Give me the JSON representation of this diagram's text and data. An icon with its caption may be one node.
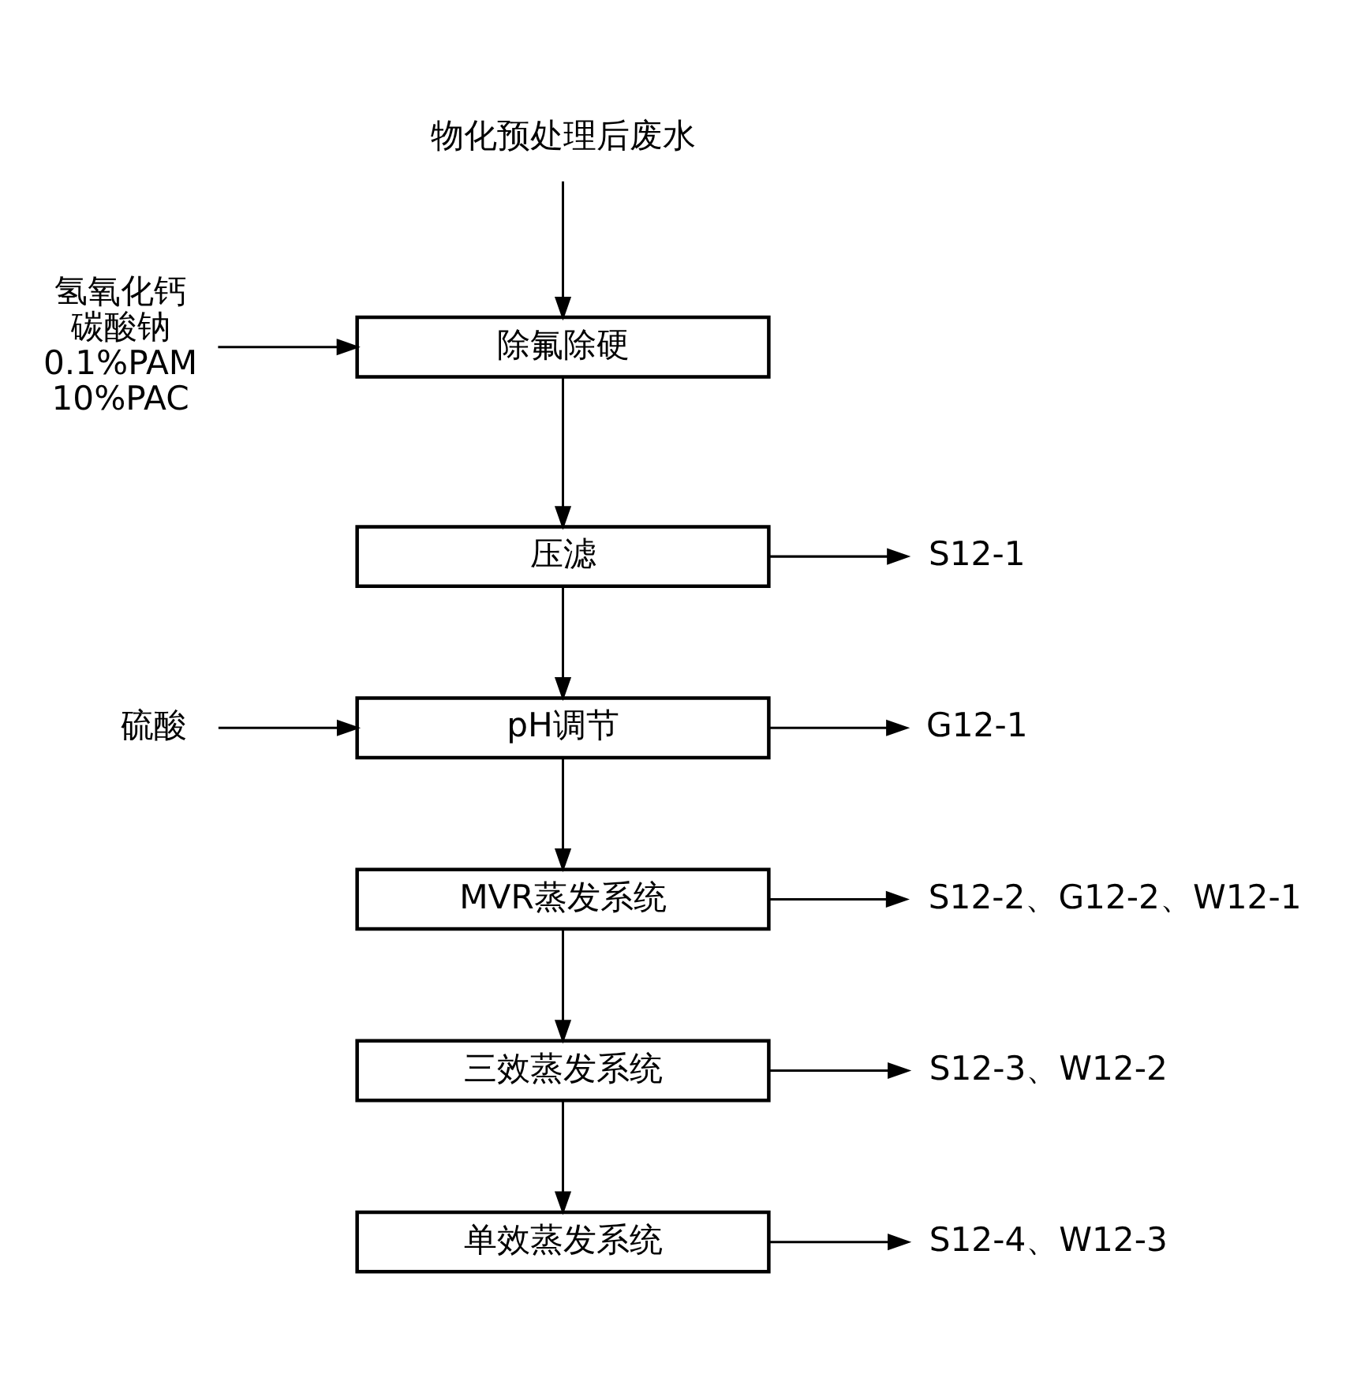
{
  "diagram": {
    "nodes": [
      {
        "text": [
          "物化预处理后废水"
        ]
      },
      {
        "text": [
          "氢氧化钙",
          "碳酸钠",
          "0.1%PAM",
          "10%PAC"
        ]
      },
      {
        "text": [
          "除氟除硬"
        ]
      },
      {
        "text": [
          "压滤"
        ]
      },
      {
        "text": [
          "S12-1"
        ]
      },
      {
        "text": [
          "硫酸"
        ]
      },
      {
        "text": [
          "pH调节"
        ]
      },
      {
        "text": [
          "G12-1"
        ]
      },
      {
        "text": [
          "MVR蒸发系统"
        ]
      },
      {
        "text": [
          "S12-2、G12-2、W12-1"
        ]
      },
      {
        "text": [
          "三效蒸发系统"
        ]
      },
      {
        "text": [
          "S12-3、W12-2"
        ]
      },
      {
        "text": [
          "单效蒸发系统"
        ]
      },
      {
        "text": [
          "S12-4、W12-3"
        ]
      }
    ],
    "edges": [
      {
        "from": 0,
        "to": 2,
        "arrow": "to"
      },
      {
        "from": 1,
        "to": 2,
        "arrow": "to"
      },
      {
        "from": 2,
        "to": 3,
        "arrow": "to"
      },
      {
        "from": 3,
        "to": 4,
        "arrow": "to"
      },
      {
        "from": 3,
        "to": 6,
        "arrow": "to"
      },
      {
        "from": 5,
        "to": 6,
        "arrow": "to"
      },
      {
        "from": 6,
        "to": 7,
        "arrow": "to"
      },
      {
        "from": 6,
        "to": 8,
        "arrow": "to"
      },
      {
        "from": 8,
        "to": 9,
        "arrow": "to"
      },
      {
        "from": 8,
        "to": 10,
        "arrow": "to"
      },
      {
        "from": 10,
        "to": 11,
        "arrow": "to"
      },
      {
        "from": 10,
        "to": 12,
        "arrow": "to"
      },
      {
        "from": 12,
        "to": 13,
        "arrow": "to"
      }
    ]
  }
}
